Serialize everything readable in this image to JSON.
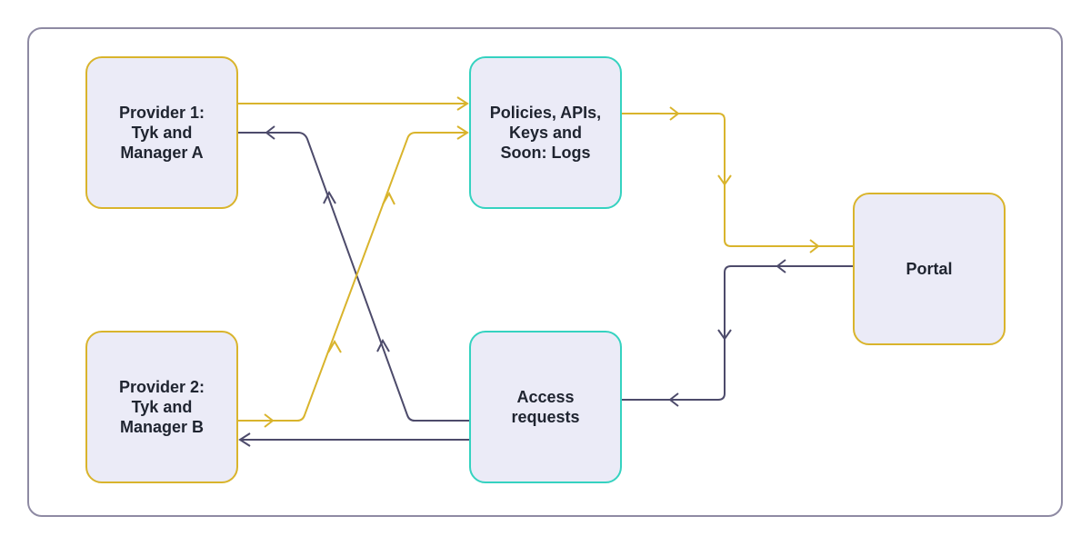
{
  "diagram": {
    "nodes": {
      "provider1": "Provider 1:\nTyk and\nManager A",
      "provider2": "Provider 2:\nTyk and\nManager B",
      "policies": "Policies, APIs,\nKeys and\nSoon: Logs",
      "access": "Access\nrequests",
      "portal": "Portal"
    },
    "colors": {
      "flow_yellow": "#d9b42c",
      "flow_navy": "#4d4b6b",
      "store_border": "#35d2c0",
      "node_fill": "#ebebf7",
      "frame_border": "#8e8aa3"
    }
  }
}
